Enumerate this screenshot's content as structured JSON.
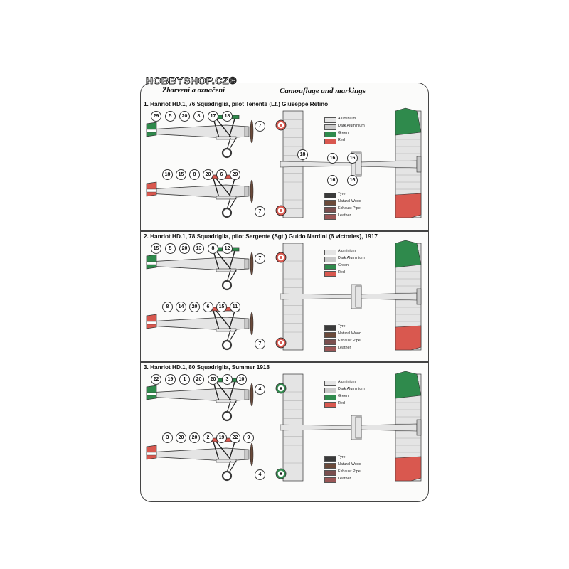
{
  "watermark": "HOBBYSHOP.CZ©",
  "header": {
    "title_cz": "Zbarvení a označení",
    "title_en": "Camouflage and markings"
  },
  "colors": {
    "aluminium": "#e4e4e4",
    "dark_aluminium": "#c9c9c9",
    "green": "#2f8a4c",
    "red": "#d9584f",
    "tyre": "#3a3a3a",
    "natural_wood": "#6b4a3a",
    "exhaust_pipe": "#7a4f4f",
    "leather": "#9a5656"
  },
  "sections": [
    {
      "title": "1. Hanriot HD.1, 76 Squadriglia, pilot  Tenente (Lt.) Giuseppe Retino",
      "upper_legend": [
        "Aluminium",
        "Dark Aluminium",
        "Green",
        "Red"
      ],
      "lower_legend": [
        "Tyre",
        "Natural Wood",
        "Exhaust Pipe",
        "Leather"
      ],
      "roundel": "italian",
      "side_top_callouts": [
        "29",
        "5",
        "20",
        "8",
        "17",
        "18"
      ],
      "side_bottom_callouts": [
        "18",
        "15",
        "8",
        "20",
        "6",
        "29"
      ],
      "plan_callouts": [
        "7",
        "18",
        "16",
        "16",
        "16",
        "16",
        "7"
      ]
    },
    {
      "title": "2. Hanriot HD.1, 78 Squadriglia, pilot  Sergente (Sgt.) Guido Nardini (6 victories), 1917",
      "upper_legend": [
        "Aluminium",
        "Dark Aluminium",
        "Green",
        "Red"
      ],
      "lower_legend": [
        "Tyre",
        "Natural Wood",
        "Exhaust Pipe",
        "Leather"
      ],
      "roundel": "italian",
      "side_top_callouts": [
        "15",
        "5",
        "20",
        "13",
        "8",
        "12"
      ],
      "side_bottom_callouts": [
        "8",
        "14",
        "20",
        "6",
        "15",
        "11"
      ],
      "plan_callouts": [
        "7",
        "7"
      ]
    },
    {
      "title": "3. Hanriot HD.1, 80 Squadriglia, Summer 1918",
      "upper_legend": [
        "Aluminium",
        "Dark Aluminium",
        "Green",
        "Red"
      ],
      "lower_legend": [
        "Tyre",
        "Natural Wood",
        "Exhaust Pipe",
        "Leather"
      ],
      "roundel": "green",
      "side_top_callouts": [
        "22",
        "19",
        "1",
        "20",
        "20",
        "3",
        "10"
      ],
      "side_bottom_callouts": [
        "3",
        "20",
        "20",
        "2",
        "19",
        "22",
        "9"
      ],
      "plan_callouts": [
        "4",
        "4"
      ]
    }
  ]
}
